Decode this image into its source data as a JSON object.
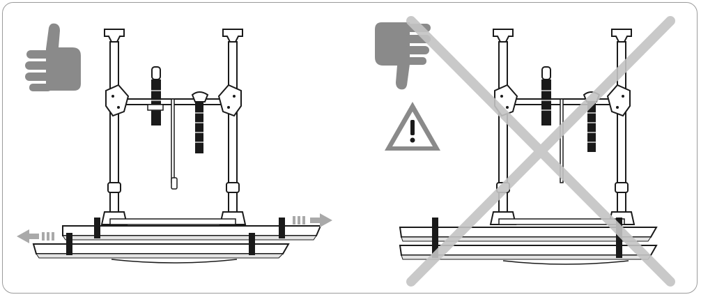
{
  "panels": [
    {
      "id": "correct",
      "verdict": "thumbs-up-icon",
      "arrows": "slide-out-arrows"
    },
    {
      "id": "incorrect",
      "verdict": "thumbs-down-icon",
      "warning": "warning-triangle-icon",
      "overlay": "cross-out-icon"
    }
  ],
  "colors": {
    "icon_gray": "#8a8a8a",
    "arrow_gray": "#a9a9a9",
    "cross_gray": "#c4c4c4",
    "line": "#1a1a1a",
    "frame": "#9a9a9a"
  }
}
